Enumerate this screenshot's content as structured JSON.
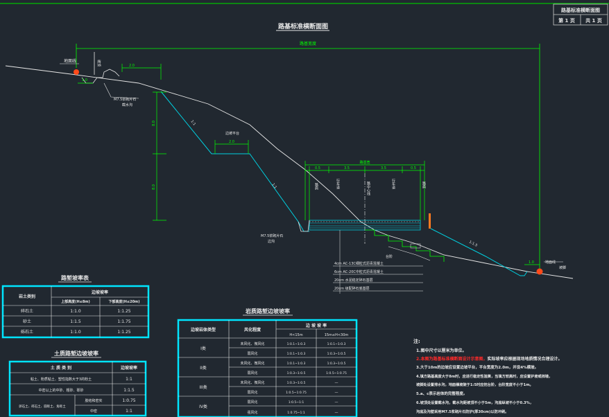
{
  "drawing": {
    "title": "路基标准横断面图",
    "title_block": {
      "name": "路基标准横断面图",
      "sheet": "第 1 页",
      "total": "共 1 页"
    },
    "ground_line_label": "地面线",
    "labels": {
      "top_width": "路基宽度",
      "left_blue": "坡顶",
      "ditch_label_1": "M7.5浆砌片石",
      "ditch_label_2": "截水沟",
      "w_left": "1.0",
      "w_top": "2.0",
      "platform": "边坡平台",
      "w_plat": "2.0",
      "h_upper": "8.0",
      "h_lower": "8.0",
      "slope_1": "1:1",
      "slope_2": "1:1",
      "slope_3": "1:1.5",
      "bottom_ditch_1": "M7.5浆砌片石",
      "bottom_ditch_2": "边沟",
      "road_width": "路基宽",
      "rw1": "0.5",
      "rw2": "3.5",
      "rw3": "3.5",
      "rw4": "0.5",
      "col1": "路肩",
      "col2": "行车道",
      "col3": "路中心线",
      "col4": "行车道",
      "col5": "路肩",
      "step": "台阶",
      "fill_slope": "1:1.5",
      "toe_w": "1.0",
      "toe_label": "坡脚",
      "toe_ground": "地面线",
      "pave_1": "4cm AC-13C细粒式沥青混凝土",
      "pave_2": "6cm AC-20C中粒式沥青混凝土",
      "pave_3": "20cm 水泥稳定碎石基层",
      "pave_4": "20cm 级配碎石底基层"
    }
  },
  "tables": {
    "slope_rate": {
      "title": "路堑坡率表",
      "header_left": "岩土类别",
      "header_top": "边坡坡率",
      "header_a": "上部高度(H≤8m)",
      "header_b": "下部高度(H≤20m)",
      "rows": [
        {
          "name": "碎石土",
          "a": "1:1.0",
          "b": "1:1.25"
        },
        {
          "name": "砂土",
          "a": "1:1.5",
          "b": "1:1.75"
        },
        {
          "name": "砾石土",
          "a": "1:1.0",
          "b": "1:1.25"
        }
      ]
    },
    "soil_slope": {
      "title": "土质路堑边坡坡率",
      "header_a": "土 质 类 别",
      "header_b": "边坡坡率",
      "rows": [
        {
          "a": "粘土、粉质粘土、塑性指数大于3的粉土",
          "b": "1:1"
        },
        {
          "a": "中密以上的中砂、粗砂、砾砂",
          "b": "1:1.5"
        },
        {
          "a": "卵石土、碎石土、圆砾土、角砾土",
          "mid": "胶结和密实",
          "b": "1:0.75"
        },
        {
          "a": "",
          "mid": "中密",
          "b": "1:1"
        }
      ]
    },
    "rock_slope": {
      "title": "岩质路堑边坡坡率",
      "h_type": "边坡岩体类型",
      "h_weather": "风化程度",
      "h_rate": "边 坡 坡 率",
      "h_lt15": "H<15m",
      "h_15_30": "15m≤H<30m",
      "rows": [
        {
          "type": "I类",
          "weather": "未风化、微风化",
          "a": "1:0.1~1:0.3",
          "b": "1:0.1~1:0.3"
        },
        {
          "type": "",
          "weather": "弱风化",
          "a": "1:0.1~1:0.3",
          "b": "1:0.3~1:0.5"
        },
        {
          "type": "II类",
          "weather": "未风化、微风化",
          "a": "1:0.1~1:0.3",
          "b": "1:0.3~1:0.5"
        },
        {
          "type": "",
          "weather": "弱风化",
          "a": "1:0.3~1:0.5",
          "b": "1:0.5~1:0.75"
        },
        {
          "type": "III类",
          "weather": "未风化、微风化",
          "a": "1:0.3~1:0.5",
          "b": "—"
        },
        {
          "type": "",
          "weather": "弱风化",
          "a": "1:0.5~1:0.75",
          "b": "—"
        },
        {
          "type": "IV类",
          "weather": "弱风化",
          "a": "1:0.5~1:1",
          "b": "—"
        },
        {
          "type": "",
          "weather": "强风化",
          "a": "1:0.75~1:1",
          "b": "—"
        }
      ]
    }
  },
  "notes": {
    "heading": "注:",
    "lines": [
      {
        "text": "1.图中尺寸以厘米为单位。",
        "red": false
      },
      {
        "text": "2.本图为路基标准横断面设计示意图，",
        "tail": "实际坡率应根据现场地质情况合理设计。",
        "red": true
      },
      {
        "text": "3.大于10m的边坡应设置边坡平台，平台宽度为2.0m，并设4%横坡。",
        "red": false
      },
      {
        "text": "4.填方路基高度大于8m时，应进行稳定性验算，当填方较高时，应设置护坡或挡墙，",
        "red": false
      },
      {
        "text": "   坡脚处设置排水沟，地面横坡陡于1:5时应挖台阶，台阶宽度不小于1m。",
        "red": false
      },
      {
        "text": "5.a、c表示岩体的完整程度。",
        "red": false
      },
      {
        "text": "6.坡顶处设置截水沟，截水沟距坡顶不小于5m，沟底纵坡不小于0.3%，",
        "red": false
      },
      {
        "text": "   沟底及沟壁采用M7.5浆砌片石防护(厚30cm)以防冲刷。",
        "red": false
      }
    ]
  }
}
